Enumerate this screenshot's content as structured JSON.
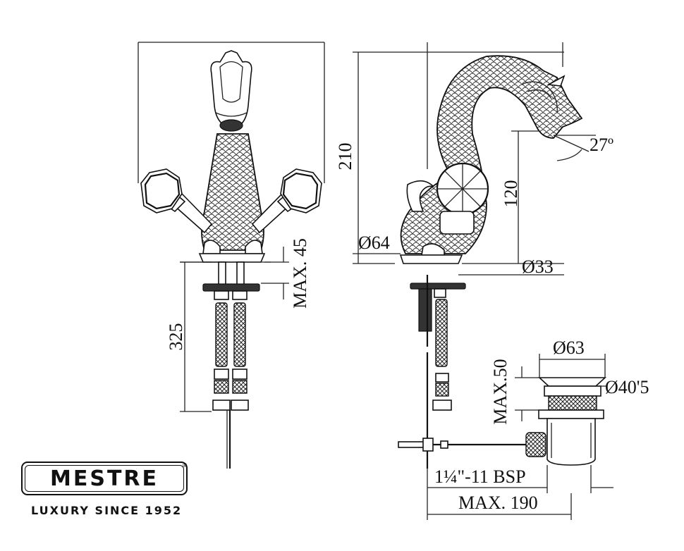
{
  "brand": {
    "name": "MESTRE",
    "registered_mark": "®",
    "tagline": "LUXURY SINCE 1952"
  },
  "dimensions": {
    "left_view": {
      "max_45": "MAX. 45",
      "d325": "325"
    },
    "right_view": {
      "d210": "210",
      "d120": "120",
      "d64": "Ø64",
      "d33": "Ø33",
      "angle": "27º",
      "d63": "Ø63",
      "d40_5": "Ø40'5",
      "max_50": "MAX.50",
      "thread": "1¼\"-11 BSP",
      "max_190": "MAX. 190"
    }
  }
}
